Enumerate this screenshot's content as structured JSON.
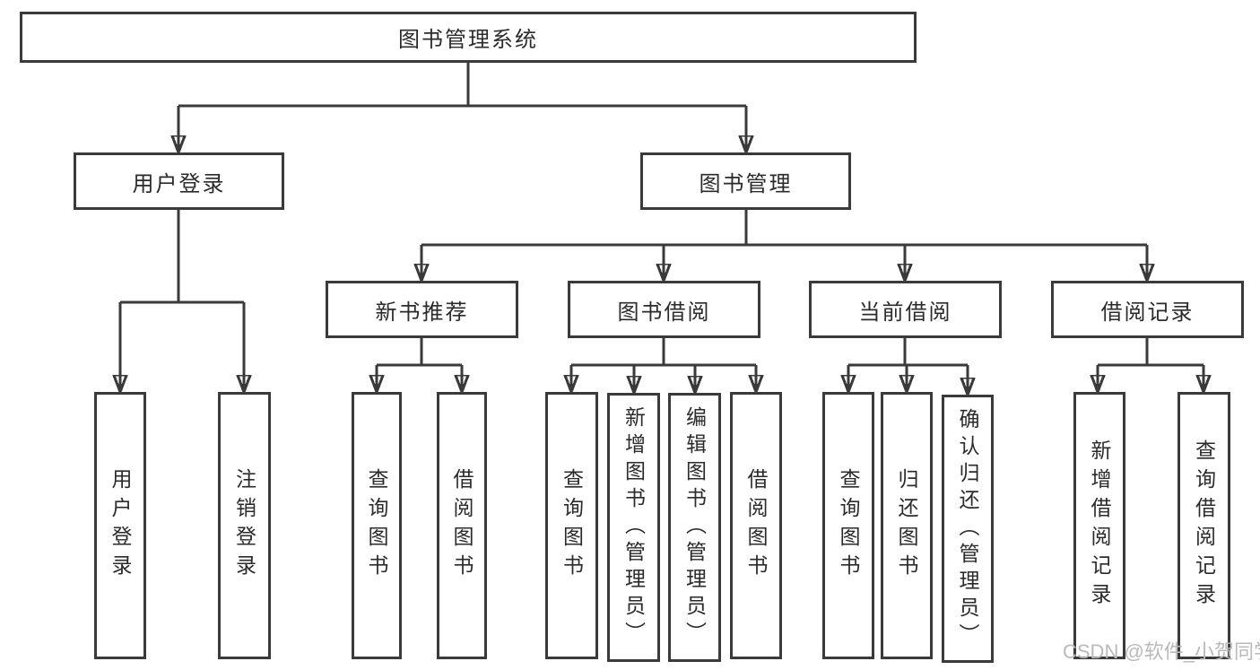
{
  "tree": {
    "root": {
      "label": "图书管理系统"
    },
    "branches": [
      {
        "label": "用户登录",
        "children": [
          {
            "label": "用户登录"
          },
          {
            "label": "注销登录"
          }
        ]
      },
      {
        "label": "图书管理",
        "children": [
          {
            "label": "新书推荐",
            "children": [
              {
                "label": "查询图书"
              },
              {
                "label": "借阅图书"
              }
            ]
          },
          {
            "label": "图书借阅",
            "children": [
              {
                "label": "查询图书"
              },
              {
                "label": "新增图书（管理员）"
              },
              {
                "label": "编辑图书（管理员）"
              },
              {
                "label": "借阅图书"
              }
            ]
          },
          {
            "label": "当前借阅",
            "children": [
              {
                "label": "查询图书"
              },
              {
                "label": "归还图书"
              },
              {
                "label": "确认归还（管理员）"
              }
            ]
          },
          {
            "label": "借阅记录",
            "children": [
              {
                "label": "新增借阅记录"
              },
              {
                "label": "查询借阅记录"
              }
            ]
          }
        ]
      }
    ]
  },
  "watermark": {
    "text": "CSDN @软件_小贺同学"
  },
  "colors": {
    "line": "#3a3a3a",
    "box_border": "#3a3a3a",
    "text": "#2b2b2b",
    "watermark": "#b9b9b9",
    "background": "#ffffff"
  }
}
